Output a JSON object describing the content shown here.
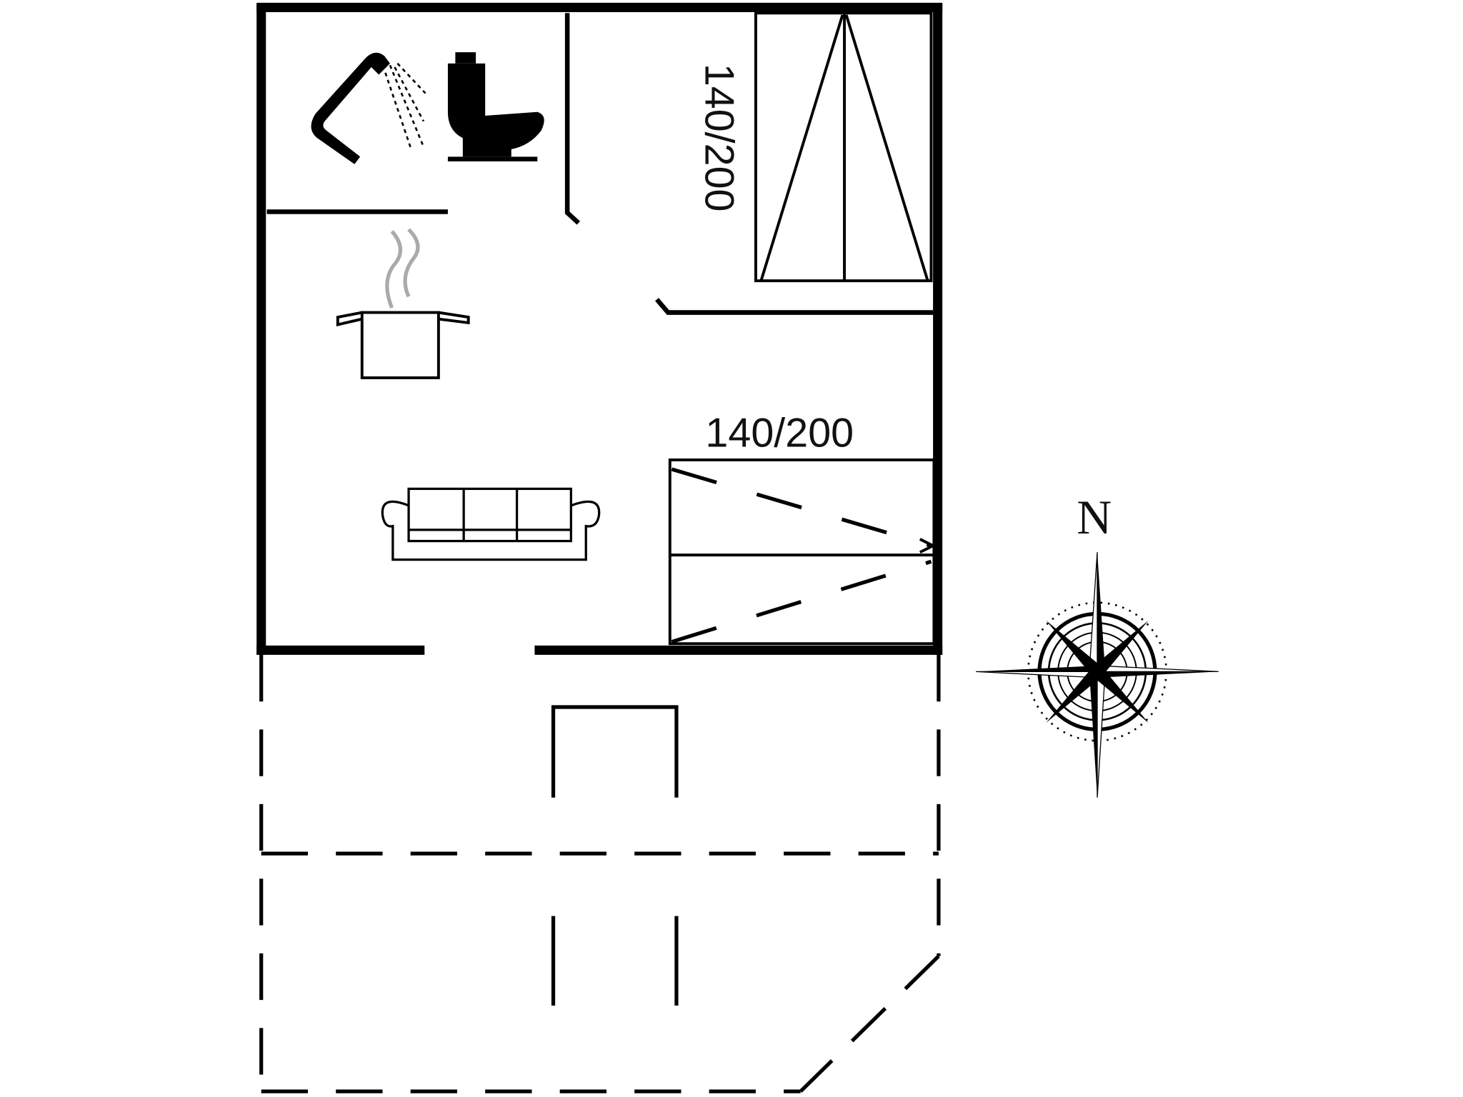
{
  "floorplan": {
    "bed_upper_label": "140/200",
    "bed_lower_label": "140/200",
    "compass_label": "N",
    "rooms": [
      "bathroom",
      "bedroom",
      "kitchen",
      "living-room",
      "bedroom",
      "terrace"
    ],
    "icons": [
      "shower-icon",
      "toilet-icon",
      "cooking-pot-icon",
      "sofa-icon",
      "compass-rose-icon"
    ],
    "colors": {
      "line": "#000000",
      "steam": "#aaaaaa",
      "background": "#ffffff"
    }
  }
}
